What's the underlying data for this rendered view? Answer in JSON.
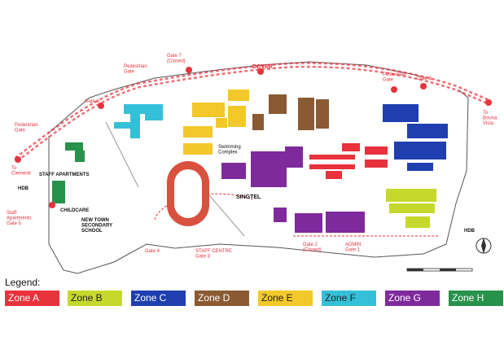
{
  "map": {
    "gates": {
      "gate7": "Gate 7\n(Closed)",
      "gate6": "Gate 6",
      "gate8": "Gate 8",
      "gate5": "Staff\nApartments\nGate 5",
      "gate4": "Gate 4",
      "gate3": "STAFF CENTRE\nGate 3",
      "gate2": "Gate 2\n(Closed)",
      "gate1": "ADMIN\nGate 1"
    },
    "places": {
      "dover": "DOVER",
      "pedestrian_gate_top": "Pedestrian\nGate",
      "pedestrian_gate_right": "Pedestrian\nGate",
      "pedestrian_gate_left": "Pedestrian\nGate",
      "to_clementi": "To\nClementi",
      "to_buona_vista": "To\nBouna\nVista",
      "staff_apartments": "STAFF APARTMENTS",
      "hdb_left": "HDB",
      "hdb_right": "HDB",
      "childcare": "CHILDCARE",
      "school": "NEW TOWN\nSECONDARY\nSCHOOL",
      "singtel": "SINGTEL",
      "swimming_complex": "Swimming\nComplex"
    }
  },
  "legend": {
    "title": "Legend:",
    "zones": [
      {
        "label": "Zone A",
        "color": "#e8323c"
      },
      {
        "label": "Zone B",
        "color": "#c6d82c"
      },
      {
        "label": "Zone C",
        "color": "#1f3fb0"
      },
      {
        "label": "Zone D",
        "color": "#8a5a33"
      },
      {
        "label": "Zone E",
        "color": "#f2c82a"
      },
      {
        "label": "Zone F",
        "color": "#34c0d8"
      },
      {
        "label": "Zone G",
        "color": "#7f2a9c"
      },
      {
        "label": "Zone H",
        "color": "#27924a"
      }
    ]
  }
}
